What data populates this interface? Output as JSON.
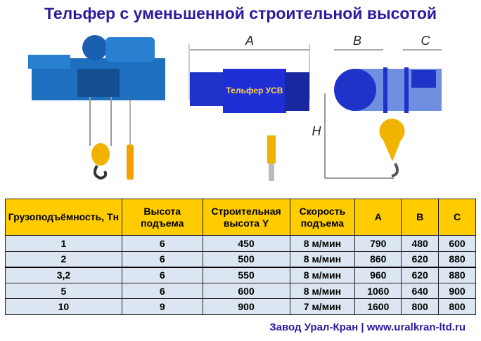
{
  "title": "Тельфер с уменьшенной строительной высотой",
  "diagram": {
    "label": "Тельфер УСВ",
    "dim_a": "A",
    "dim_b": "B",
    "dim_c": "C",
    "dim_h": "H"
  },
  "table": {
    "headers": [
      "Грузоподъёмность, Тн",
      "Высота подъема",
      "Строительная высота Y",
      "Скорость подъема",
      "A",
      "B",
      "C"
    ],
    "rows": [
      [
        "1",
        "6",
        "450",
        "8 м/мин",
        "790",
        "480",
        "600"
      ],
      [
        "2",
        "6",
        "500",
        "8 м/мин",
        "860",
        "620",
        "880"
      ],
      [
        "3,2",
        "6",
        "550",
        "8 м/мин",
        "960",
        "620",
        "880"
      ],
      [
        "5",
        "6",
        "600",
        "8 м/мин",
        "1060",
        "640",
        "900"
      ],
      [
        "10",
        "9",
        "900",
        "7 м/мин",
        "1600",
        "800",
        "800"
      ]
    ]
  },
  "footer": "Завод Урал-Кран | www.uralkran-ltd.ru"
}
